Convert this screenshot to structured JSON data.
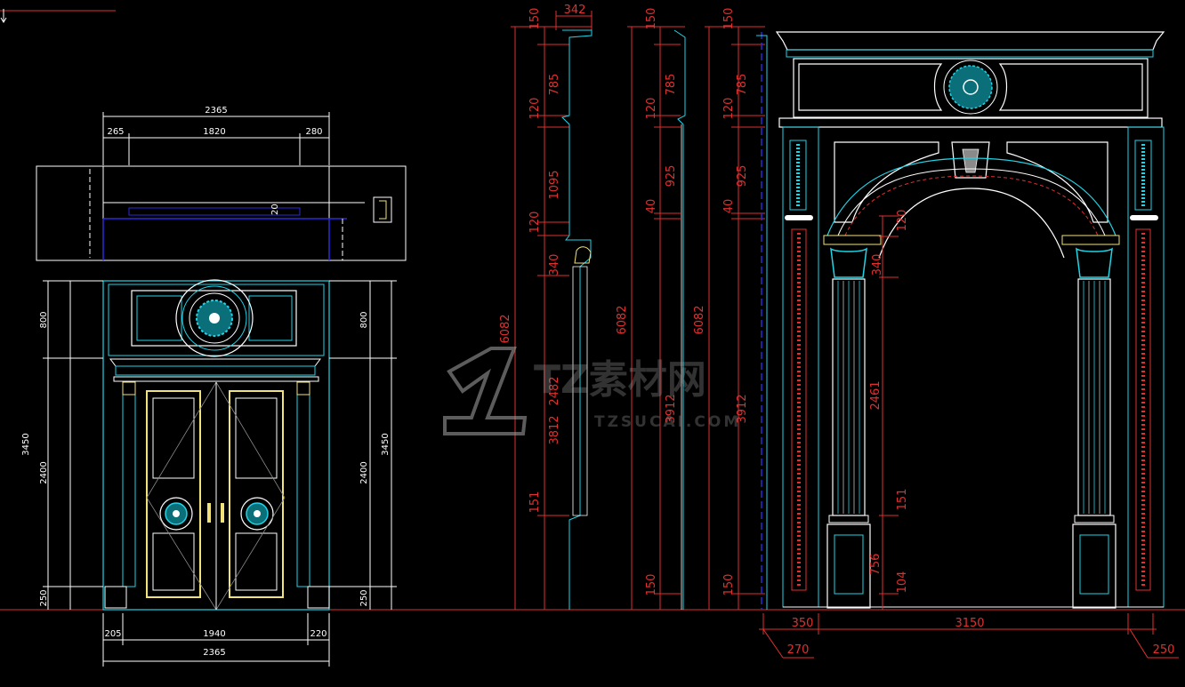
{
  "drawing": {
    "background": "#000000",
    "colors": {
      "red": "#e03030",
      "cyan": "#22d3e6",
      "white": "#ffffff",
      "yellow": "#f2e27a",
      "blue": "#2a2ad6",
      "gray": "#8a8a8a"
    }
  },
  "watermark": {
    "text": "TZ素材网",
    "url": "TZSUCAI.COM"
  },
  "door_plan": {
    "top_total": "2365",
    "top_segments": [
      "265",
      "1820",
      "280"
    ],
    "plan_note": "20",
    "bottom_segments": [
      "205",
      "1940",
      "220"
    ],
    "bottom_total": "2365",
    "left_heights": [
      "800",
      "2400",
      "250"
    ],
    "left_total": "3450",
    "right_heights": [
      "800",
      "2400",
      "250"
    ],
    "right_total": "3450"
  },
  "section_1": {
    "top_width": "342",
    "dims": [
      "150",
      "785",
      "120",
      "1095",
      "120",
      "340",
      "3812",
      "2482",
      "151"
    ],
    "total": "6082"
  },
  "section_2": {
    "dims": [
      "150",
      "785",
      "120",
      "925",
      "40",
      "3912",
      "150"
    ],
    "total": "6082"
  },
  "section_3": {
    "dims": [
      "150",
      "785",
      "120",
      "925",
      "40",
      "3912",
      "150"
    ],
    "total": "6082"
  },
  "arch_elevation": {
    "right_dims": [
      "120",
      "340",
      "2461",
      "151",
      "756",
      "104"
    ],
    "bottom_dims": [
      "350",
      "3150"
    ],
    "offset_left": "270",
    "offset_right": "250"
  }
}
